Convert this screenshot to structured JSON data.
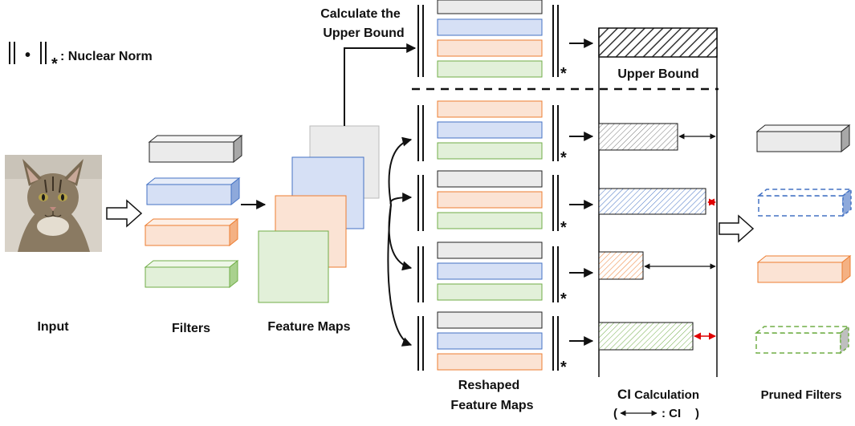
{
  "legend": {
    "dot": "•",
    "star": "*",
    "text": ": Nuclear Norm"
  },
  "labels": {
    "input": "Input",
    "filters": "Filters",
    "feature_maps": "Feature Maps",
    "calc_upper_line1": "Calculate the",
    "calc_upper_line2": "Upper Bound",
    "upper_bound": "Upper Bound",
    "reshaped_line1": "Reshaped",
    "reshaped_line2": "Feature Maps",
    "ci_calc_prefix": "CI",
    "ci_calc_suffix": " Calculation",
    "ci_legend_open": "(",
    "ci_legend_text": ": CI",
    "ci_legend_close": ")",
    "pruned_filters": "Pruned Filters"
  },
  "norm_star": "*",
  "colors": {
    "gray_fill": "#ebebeb",
    "gray_stroke": "#222222",
    "blue_fill": "#d6e0f5",
    "blue_stroke": "#4472c4",
    "orange_fill": "#fbe3d4",
    "orange_stroke": "#ed7d31",
    "green_fill": "#e2f0d9",
    "green_stroke": "#70ad47",
    "red_arrow": "#e00000",
    "text": "#111111"
  },
  "icons": [
    "cat-photo",
    "hollow-right-arrow-icon",
    "curly-brace-arrow-icon",
    "double-arrow-icon",
    "hatched-bar-icon"
  ]
}
